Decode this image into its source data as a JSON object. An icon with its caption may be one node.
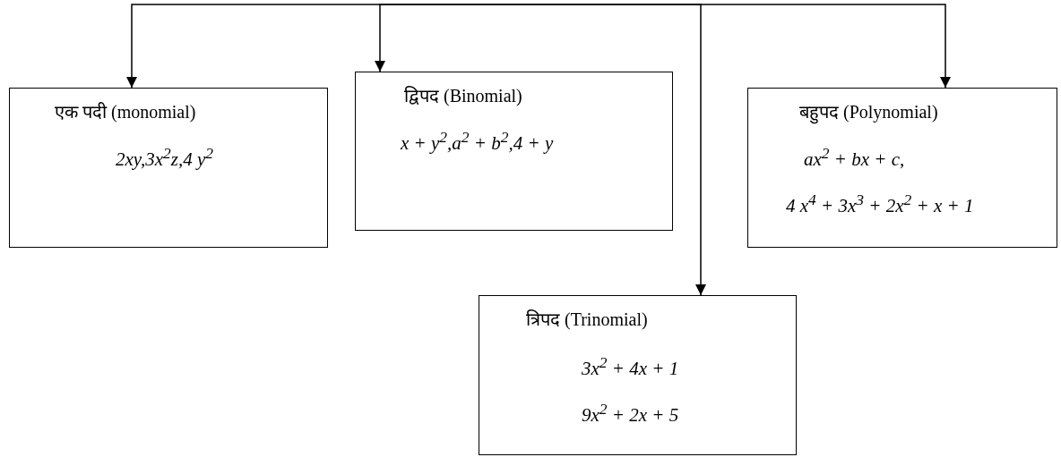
{
  "diagram": {
    "nodes": [
      {
        "text": [
          "एक पदी (monomial)",
          "2xy,3x$^{2}$z,4 y$^{2}$"
        ]
      },
      {
        "text": [
          "द्विपद (Binomial)",
          "x + y$^{2}$,a$^{2}$ + b$^{2}$,4 + y"
        ]
      },
      {
        "text": [
          "बहुपद (Polynomial)",
          "ax$^{2}$ + bx + c,",
          "4 x$^{4}$ + 3x$^{3}$ + 2x$^{2}$ + x + 1"
        ]
      },
      {
        "text": [
          "त्रिपद (Trinomial)",
          "3x$^{2}$ + 4x + 1",
          "9x$^{2}$ + 2x + 5"
        ]
      }
    ],
    "edges": [
      {
        "from": null,
        "to": 0,
        "arrow": "to"
      },
      {
        "from": null,
        "to": 1,
        "arrow": "to"
      },
      {
        "from": null,
        "to": 3,
        "arrow": "to"
      },
      {
        "from": null,
        "to": 2,
        "arrow": "to"
      }
    ]
  }
}
